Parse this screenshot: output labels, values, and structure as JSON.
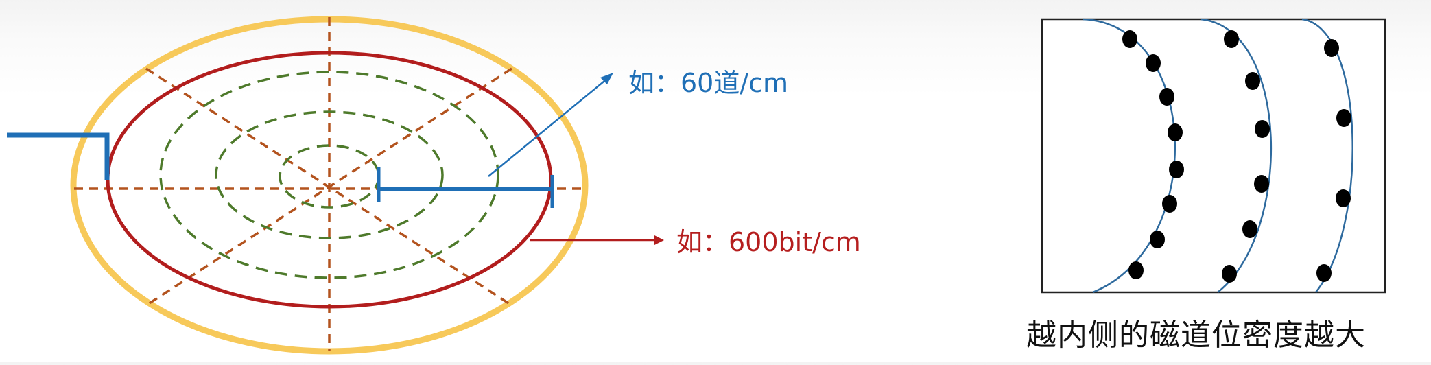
{
  "annotations": {
    "track_density": "如：60道/cm",
    "bit_density": "如：600bit/cm"
  },
  "density_panel": {
    "caption": "越内侧的磁道位密度越大"
  },
  "colors": {
    "platter_outer": "#f7c95a",
    "outer_track": "#b21d1d",
    "inner_tracks": "#4e7a2b",
    "sector_lines": "#b3531e",
    "head_arm": "#1f6fb6",
    "dots": "#000000",
    "arc_lines": "#2e6a9e"
  }
}
